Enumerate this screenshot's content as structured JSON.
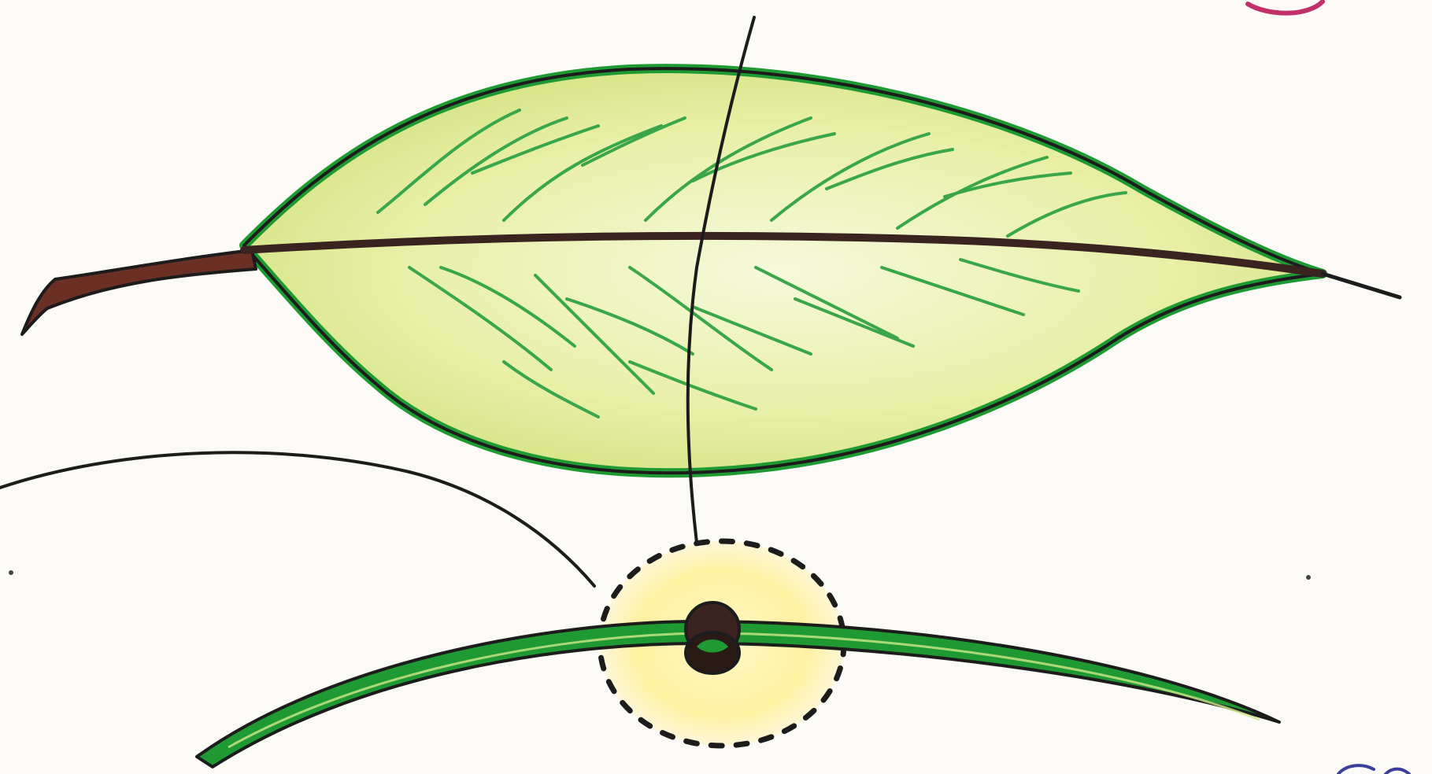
{
  "title": "",
  "labels": [],
  "colors": {
    "paper": "#fbfaf6",
    "outline": "#1c1c1c",
    "leaf_edge": "#1f9a32",
    "leaf_fill": "#e8f0a8",
    "vein": "#3aa64a",
    "midrib": "#3b2420",
    "petiole": "#6b2f24",
    "highlight": "#fff3a6",
    "accent": "#c2306b"
  },
  "parts": [
    {
      "name": "leaf-blade",
      "icon": "leaf-icon"
    },
    {
      "name": "midrib",
      "icon": "line-icon"
    },
    {
      "name": "petiole",
      "icon": "stem-icon"
    },
    {
      "name": "section-line",
      "icon": "line-icon"
    },
    {
      "name": "leaf-cross-section",
      "icon": "leaf-section-icon"
    },
    {
      "name": "midrib-cross-section",
      "icon": "circle-icon"
    },
    {
      "name": "magnified-region",
      "icon": "dashed-circle-icon"
    }
  ]
}
